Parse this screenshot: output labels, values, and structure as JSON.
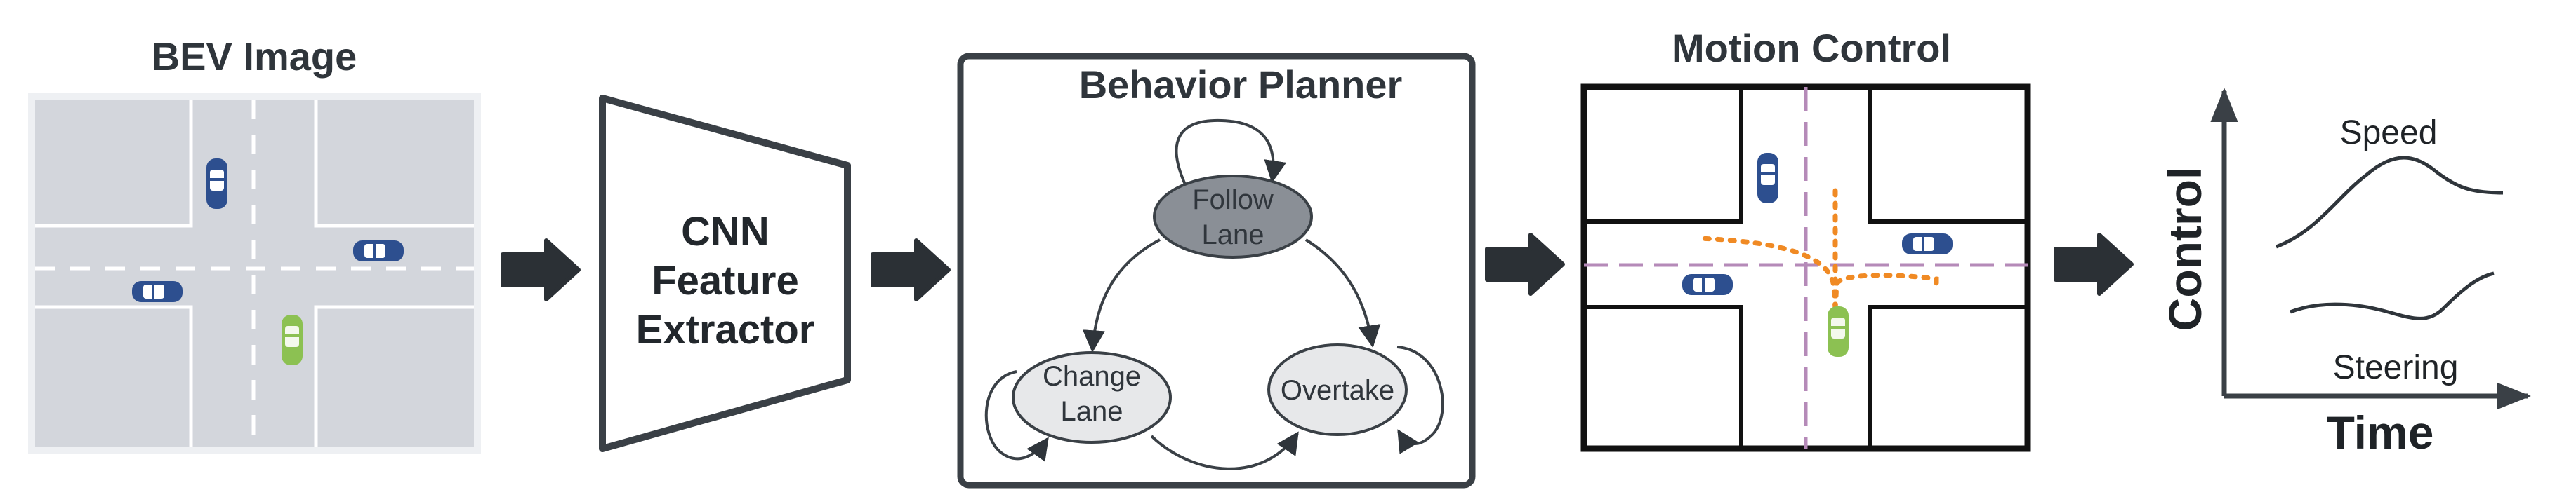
{
  "panels": {
    "bev": {
      "title": "BEV Image"
    },
    "cnn": {
      "line1": "CNN",
      "line2": "Feature",
      "line3": "Extractor"
    },
    "planner": {
      "title": "Behavior Planner",
      "nodes": {
        "follow": {
          "line1": "Follow",
          "line2": "Lane"
        },
        "change": {
          "line1": "Change",
          "line2": "Lane"
        },
        "overtake": {
          "line1": "Overtake"
        }
      }
    },
    "motion": {
      "title": "Motion Control"
    },
    "plot": {
      "ylabel": "Control",
      "xlabel": "Time",
      "series": {
        "speed": "Speed",
        "steering": "Steering"
      }
    }
  },
  "colors": {
    "road": "#d3d6dc",
    "line": "#ffffff",
    "car_blue": "#2d4f8f",
    "car_green": "#8cc152",
    "arrow": "#2b3035",
    "follow_fill": "#8a8f96",
    "state_fill": "#e7e8ea",
    "trajectory": "#f08a24",
    "center_line": "#b58ab8"
  }
}
